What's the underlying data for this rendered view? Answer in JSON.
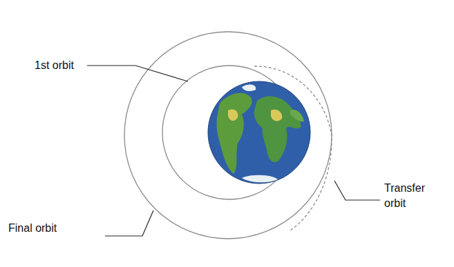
{
  "diagram": {
    "labels": [
      "1st orbit",
      "Final orbit",
      "Transfer orbit"
    ]
  }
}
